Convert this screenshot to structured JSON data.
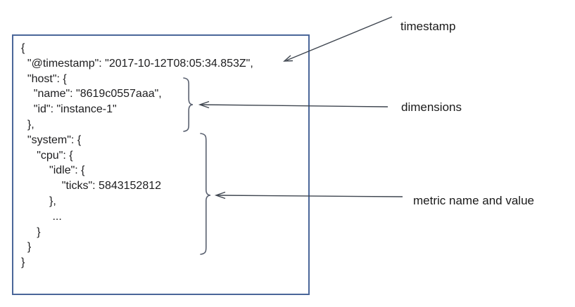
{
  "figure": {
    "description": "Annotated JSON metric document example"
  },
  "code_box": {
    "lines": [
      "{",
      "  \"@timestamp\": \"2017-10-12T08:05:34.853Z\",",
      "  \"host\": {",
      "    \"name\": \"8619c0557aaa\",",
      "    \"id\": \"instance-1\"",
      "  },",
      "  \"system\": {",
      "     \"cpu\": {",
      "         \"idle\": {",
      "             \"ticks\": 5843152812",
      "         },",
      "          ...",
      "     }",
      "  }",
      "}"
    ]
  },
  "annotations": [
    {
      "label": "timestamp"
    },
    {
      "label": "dimensions"
    },
    {
      "label": "metric name and value"
    }
  ],
  "colors": {
    "box_border": "#4a6699",
    "arrow": "#3e454f",
    "brace": "#5a6170",
    "code_text": "#1d1d1f",
    "label_text": "#1a1a1a",
    "background": "#ffffff"
  }
}
